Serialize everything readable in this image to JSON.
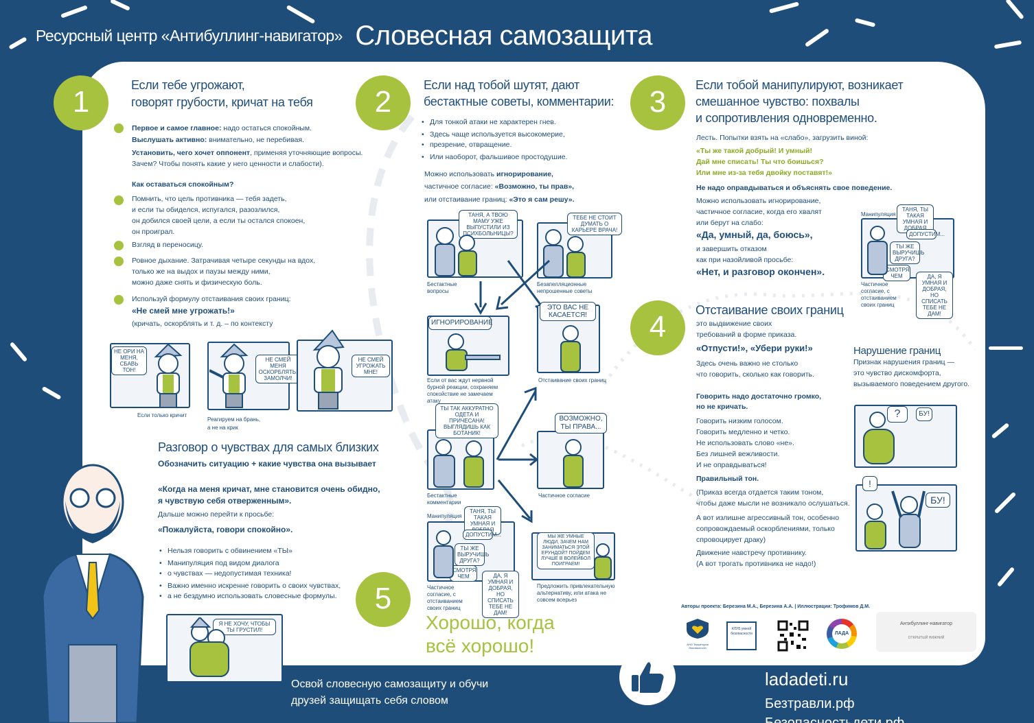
{
  "header": {
    "center": "Ресурсный центр «Антибуллинг-навигатор»",
    "title": "Словесная самозащита"
  },
  "s1": {
    "number": "1",
    "heading1": "Если тебе угрожают,",
    "heading2": "говорят грубости, кричат на тебя",
    "b1_bold": "Первое и самое главное:",
    "b1_text": " надо остаться спокойным.",
    "b2_bold": "Выслушать активно:",
    "b2_text": " внимательно, не перебивая.",
    "b3_bold": "Установить, чего хочет оппонент",
    "b3_text": ", применяя уточняющие вопросы.",
    "b3_line2": "Зачем? Чтобы понять какие у него ценности и слабости).",
    "calm_heading": "Как оставаться спокойным?",
    "c1_l1": "Помнить, что цель противника — тебя задеть,",
    "c1_l2": "и если ты обиделся, испугался, разозлился,",
    "c1_l3": "он добился своей цели, а если ты остался спокоен,",
    "c1_l4": "он проиграл.",
    "c2": "Взгляд в переносицу.",
    "c3_l1": "Ровное дыхание. Затрачивая четыре секунды на вдох,",
    "c3_l2": "только же на выдох и паузы между ними,",
    "c3_l3": "можно даже снять и физическую боль.",
    "c4": "Используй формулу отстаивания своих границ:",
    "formula": "«Не смей мне угрожать!»",
    "formula_note": "(кричать, оскорблять и т. д. – по контексту",
    "bubble1": "НЕ ОРИ НА МЕНЯ, СБАВЬ ТОН!",
    "bubble2": "НЕ СМЕЙ МЕНЯ ОСКОРБЛЯТЬ! ЗАМОЛЧИ!",
    "bubble3": "НЕ СМЕЙ УГРОЖАТЬ МНЕ!",
    "cap1": "Если только кричит",
    "cap2_l1": "Реагируем на брань,",
    "cap2_l2": "а не на крик"
  },
  "feelings": {
    "heading": "Разговор о чувствах для самых близких",
    "sub": "Обозначить ситуацию + какие чувства она вызывает",
    "quote1_l1": "«Когда на меня кричат, мне становится очень обидно,",
    "quote1_l2": "я чувствую себя отверженным».",
    "then": "Дальше можно перейти к просьбе:",
    "quote2": "«Пожалуйста, говори спокойно».",
    "li1": "Нельзя говорить с обвинением «ТЫ»",
    "li2_l1": "Манипуляция под видом диалога",
    "li2_l2": "о чувствах — недопустимая техника!",
    "li3_l1": "Важно именно искренне говорить о своих чувствах,",
    "li3_l2": "а не бездумно использовать словесные формулы.",
    "bubble": "Я НЕ ХОЧУ, ЧТОБЫ ТЫ ГРУСТИЛ!"
  },
  "s2": {
    "number": "2",
    "heading1": "Если над тобой шутят, дают",
    "heading2": "бестактные советы, комментарии:",
    "li1": "Для тонкой атаки не характерен гнев.",
    "li2_l1": "Здесь чаще используется высокомерие,",
    "li2_l2": "презрение, отвращение.",
    "li3": "Или наоборот, фальшивое простодушие.",
    "use_l1a": "Можно использовать ",
    "use_l1b": "игнорирование,",
    "use_l2a": "частичное согласие: ",
    "use_l2b": "«Возможно, ты прав»,",
    "use_l3a": "или отстаивание границ: ",
    "use_l3b": "«Это я сам решу».",
    "b_mom": "ТАНЯ, А ТВОЮ МАМУ УЖЕ ВЫПУСТИЛИ ИЗ ПСИХБОЛЬНИЦЫ?",
    "b_career": "ТЕБЕ НЕ СТОИТ ДУМАТЬ О КАРЬЕРЕ ВРАЧА!",
    "cap_q": "Бестактные вопросы",
    "cap_adv": "Безапелляционные непрошенные советы",
    "b_ignore": "ИГНОРИРОВАНИЕ",
    "b_notyours": "ЭТО ВАС НЕ КАСАЕТСЯ!",
    "cap_ignore": "Если от вас ждут нервной бурной реакции, сохраняем спокойствие не замечаем атаку",
    "cap_bound": "Отстаивание своих границ",
    "b_nerd": "ТЫ ТАК АККУРАТНО ОДЕТА И ПРИЧЕСАНА! ВЫГЛЯДИШЬ КАК БОТАНИК!",
    "b_maybe": "ВОЗМОЖНО, ТЫ ПРАВА...",
    "cap_comments": "Бестактные комментарии",
    "cap_partial": "Частичное согласие",
    "cap_manip": "Манипуляция",
    "b_smart": "ТАНЯ, ТЫ ТАКАЯ УМНАЯ И ДОБРАЯ",
    "b_copy": "ДОПУСТИМ...",
    "b_help": "ТЫ ЖЕ ВЫРУЧИШЬ ДРУГА?",
    "b_depends": "СМОТРЯ ЧЕМ",
    "b_no": "ДА, Я УМНАЯ И ДОБРАЯ, НО СПИСАТЬ ТЕБЕ НЕ ДАМ!",
    "cap_partial2": "Частичное согласие, с отстаиванием своих границ",
    "b_volley": "МЫ ЖЕ УМНЫЕ ЛЮДИ, ЗАЧЕМ НАМ ЗАНИМАТЬСЯ ЭТОЙ ЕРУНДОЙ? ПОЙДЕМ ЛУЧШЕ В ВОЛЕЙБОЛ ПОИГРАЕМ!",
    "cap_alt": "Предложить привлекательную альтернативу, или атака не совсем всерьез"
  },
  "s5": {
    "number": "5",
    "line1": "Хорошо, когда",
    "line2": "всё хорошо!"
  },
  "s3": {
    "number": "3",
    "heading1": "Если тобой манипулируют, возникает",
    "heading2": "смешанное чувство: похвалы",
    "heading3": "и сопротивления одновременно.",
    "intro": "Лесть. Попытки взять на «слабо», загрузить виной:",
    "q1": "«Ты же такой добрый! И умный!",
    "q2": "Дай мне списать! Ты что боишься?",
    "q3": "Или мне из-за тебя двойку поставят!»",
    "nojust": "Не надо оправдываться и объяснять свое поведение.",
    "t1": "Можно использовать игнорирование,",
    "t2": "частичное согласие, когда его хвалят",
    "t3": "или берут на слабо:",
    "ans1": "«Да, умный, да, боюсь»,",
    "t4": "и завершить отказом",
    "t5": "как при назойливой просьбе:",
    "ans2": "«Нет, и разговор окончен».",
    "cap_manip": "Манипуляция",
    "b_smart": "ТАНЯ, ТЫ ТАКАЯ УМНАЯ И ДОБРАЯ",
    "b_copy": "ДОПУСТИМ...",
    "b_help": "ТЫ ЖЕ ВЫРУЧИШЬ ДРУГА?",
    "b_depends": "СМОТРЯ ЧЕМ",
    "b_no": "ДА, Я УМНАЯ И ДОБРАЯ, НО СПИСАТЬ ТЕБЕ НЕ ДАМ!",
    "cap_partial": "Частичное согласие, с отстаиванием своих границ"
  },
  "s4": {
    "number": "4",
    "heading": "Отстаивание своих границ",
    "d1": "это выдвижение своих",
    "d2": "требований в форме приказа.",
    "cmd": "«Отпусти!», «Убери руки!»",
    "e1": "Здесь очень важно не столько",
    "e2": "что говорить, сколько как говорить.",
    "loud1": "Говорить надо достаточно громко,",
    "loud2": "но не кричать.",
    "r1": "Говорить низким голосом.",
    "r2": "Говорить медленно и четко.",
    "r3": "Не использовать слово «не».",
    "r4": "Без лишней вежливости.",
    "r5": "И не оправдываться!",
    "tone": "Правильный тон.",
    "tone1": "(Приказ всегда отдается таким тоном,",
    "tone2": "чтобы даже мысли не возникало ослушаться.",
    "agg1": "А вот излишне агрессивный тон, особенно",
    "agg2": "сопровождаемый оскорблениями, только",
    "agg3": "спровоцирует драку)",
    "move1": "Движение навстречу противнику.",
    "move2": "(А вот трогать противника не надо!)"
  },
  "violation": {
    "heading": "Нарушение границ",
    "l1": "Признак нарушения границ —",
    "l2": "это чувство дискомфорта,",
    "l3": "вызываемого поведением другого.",
    "q": "?",
    "boo1": "БУ!",
    "excl": "!",
    "boo2": "БУ!"
  },
  "credits": {
    "authors": "Авторы проекта: Березина М.А., Березина А.А.  |  Иллюстрации: Трофимов Д.М.",
    "logo1": "АНО Территория безопасности",
    "logo2": "КЛУБ умной безопасности",
    "logo3": "ЛАДА",
    "logo4_title": "Антибуллинг-навигатор",
    "logo4_sub": "ОТКРЫТЫЙ НИЖНИЙ"
  },
  "footer": {
    "cta1": "Освой словесную самозащиту и обучи",
    "cta2": "друзей защищать себя словом",
    "site1": "ladadeti.ru",
    "site2": "Безтравли.рф",
    "site3": "Безопасностьдети.рф"
  },
  "colors": {
    "navy": "#1f4d7a",
    "green": "#a6c23e",
    "white": "#ffffff"
  }
}
